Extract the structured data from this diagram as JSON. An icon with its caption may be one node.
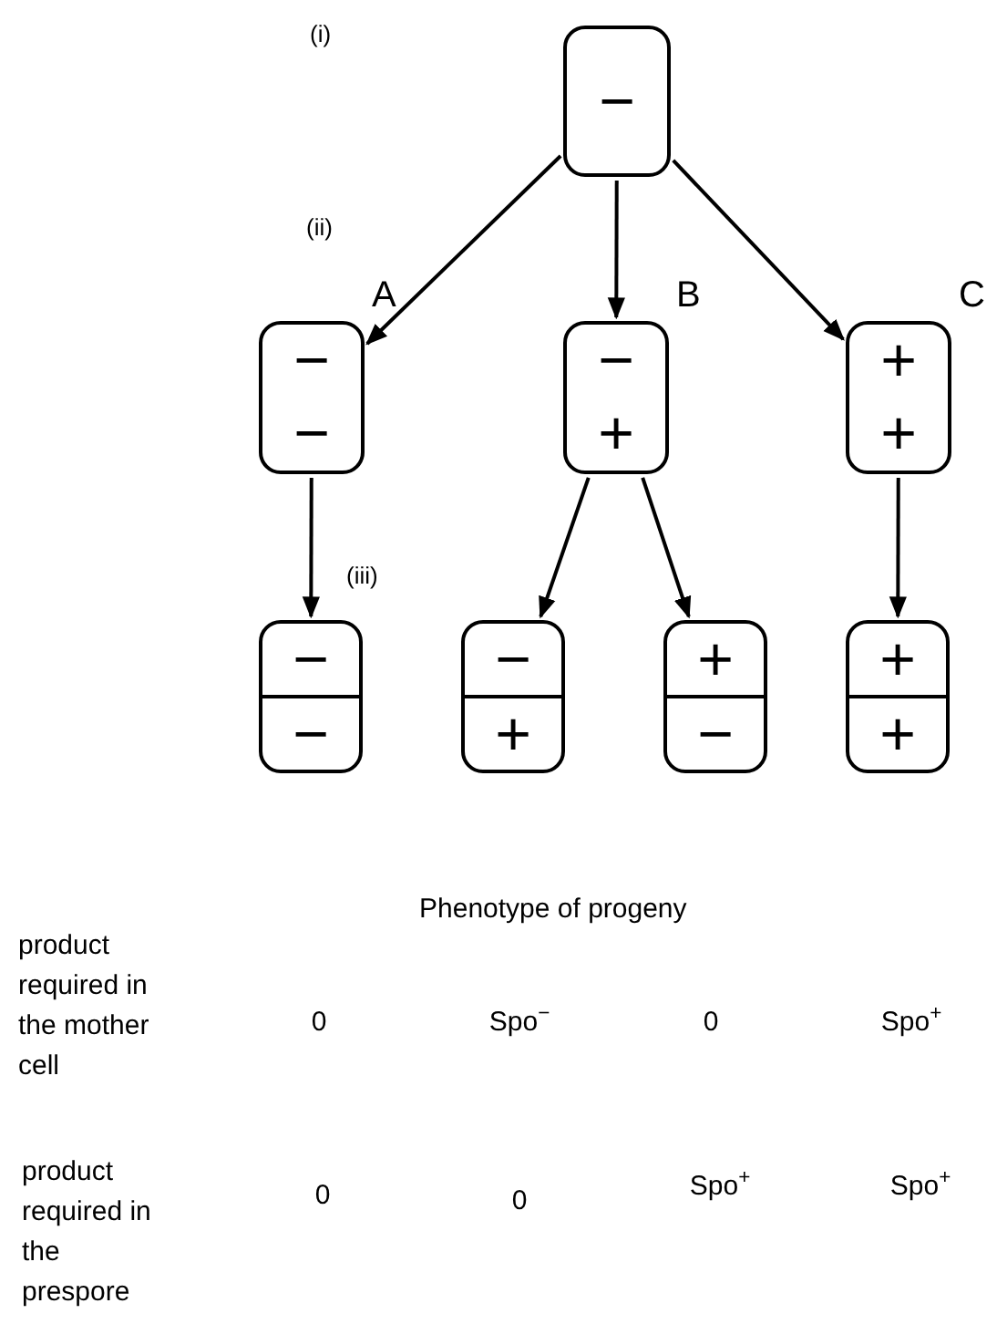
{
  "diagram": {
    "nodes": [
      {
        "text": [
          "−"
        ]
      },
      {
        "text": [
          "−",
          "−"
        ],
        "beside": [
          "A"
        ]
      },
      {
        "text": [
          "−",
          "+"
        ],
        "beside": [
          "B"
        ]
      },
      {
        "text": [
          "+",
          "+"
        ],
        "beside": [
          "C"
        ]
      },
      {
        "text": [
          "−",
          "−"
        ]
      },
      {
        "text": [
          "−",
          "+"
        ]
      },
      {
        "text": [
          "+",
          "−"
        ]
      },
      {
        "text": [
          "+",
          "+"
        ]
      }
    ],
    "edges": [
      {
        "from": 0,
        "to": 1,
        "arrow": "to"
      },
      {
        "from": 0,
        "to": 2,
        "arrow": "to"
      },
      {
        "from": 0,
        "to": 3,
        "arrow": "to"
      },
      {
        "from": 1,
        "to": 4,
        "arrow": "to"
      },
      {
        "from": 2,
        "to": 5,
        "arrow": "to"
      },
      {
        "from": 2,
        "to": 6,
        "arrow": "to"
      },
      {
        "from": 3,
        "to": 7,
        "arrow": "to"
      }
    ],
    "labels": [
      "(i)",
      "(ii)",
      "(iii)",
      "Phenotype of progeny",
      "product required in the mother cell",
      "0",
      "Spo$^{−}$",
      "0",
      "Spo$^{+}$",
      "product required in the prespore",
      "0",
      "0",
      "Spo$^{+}$",
      "Spo$^{+}$"
    ]
  }
}
